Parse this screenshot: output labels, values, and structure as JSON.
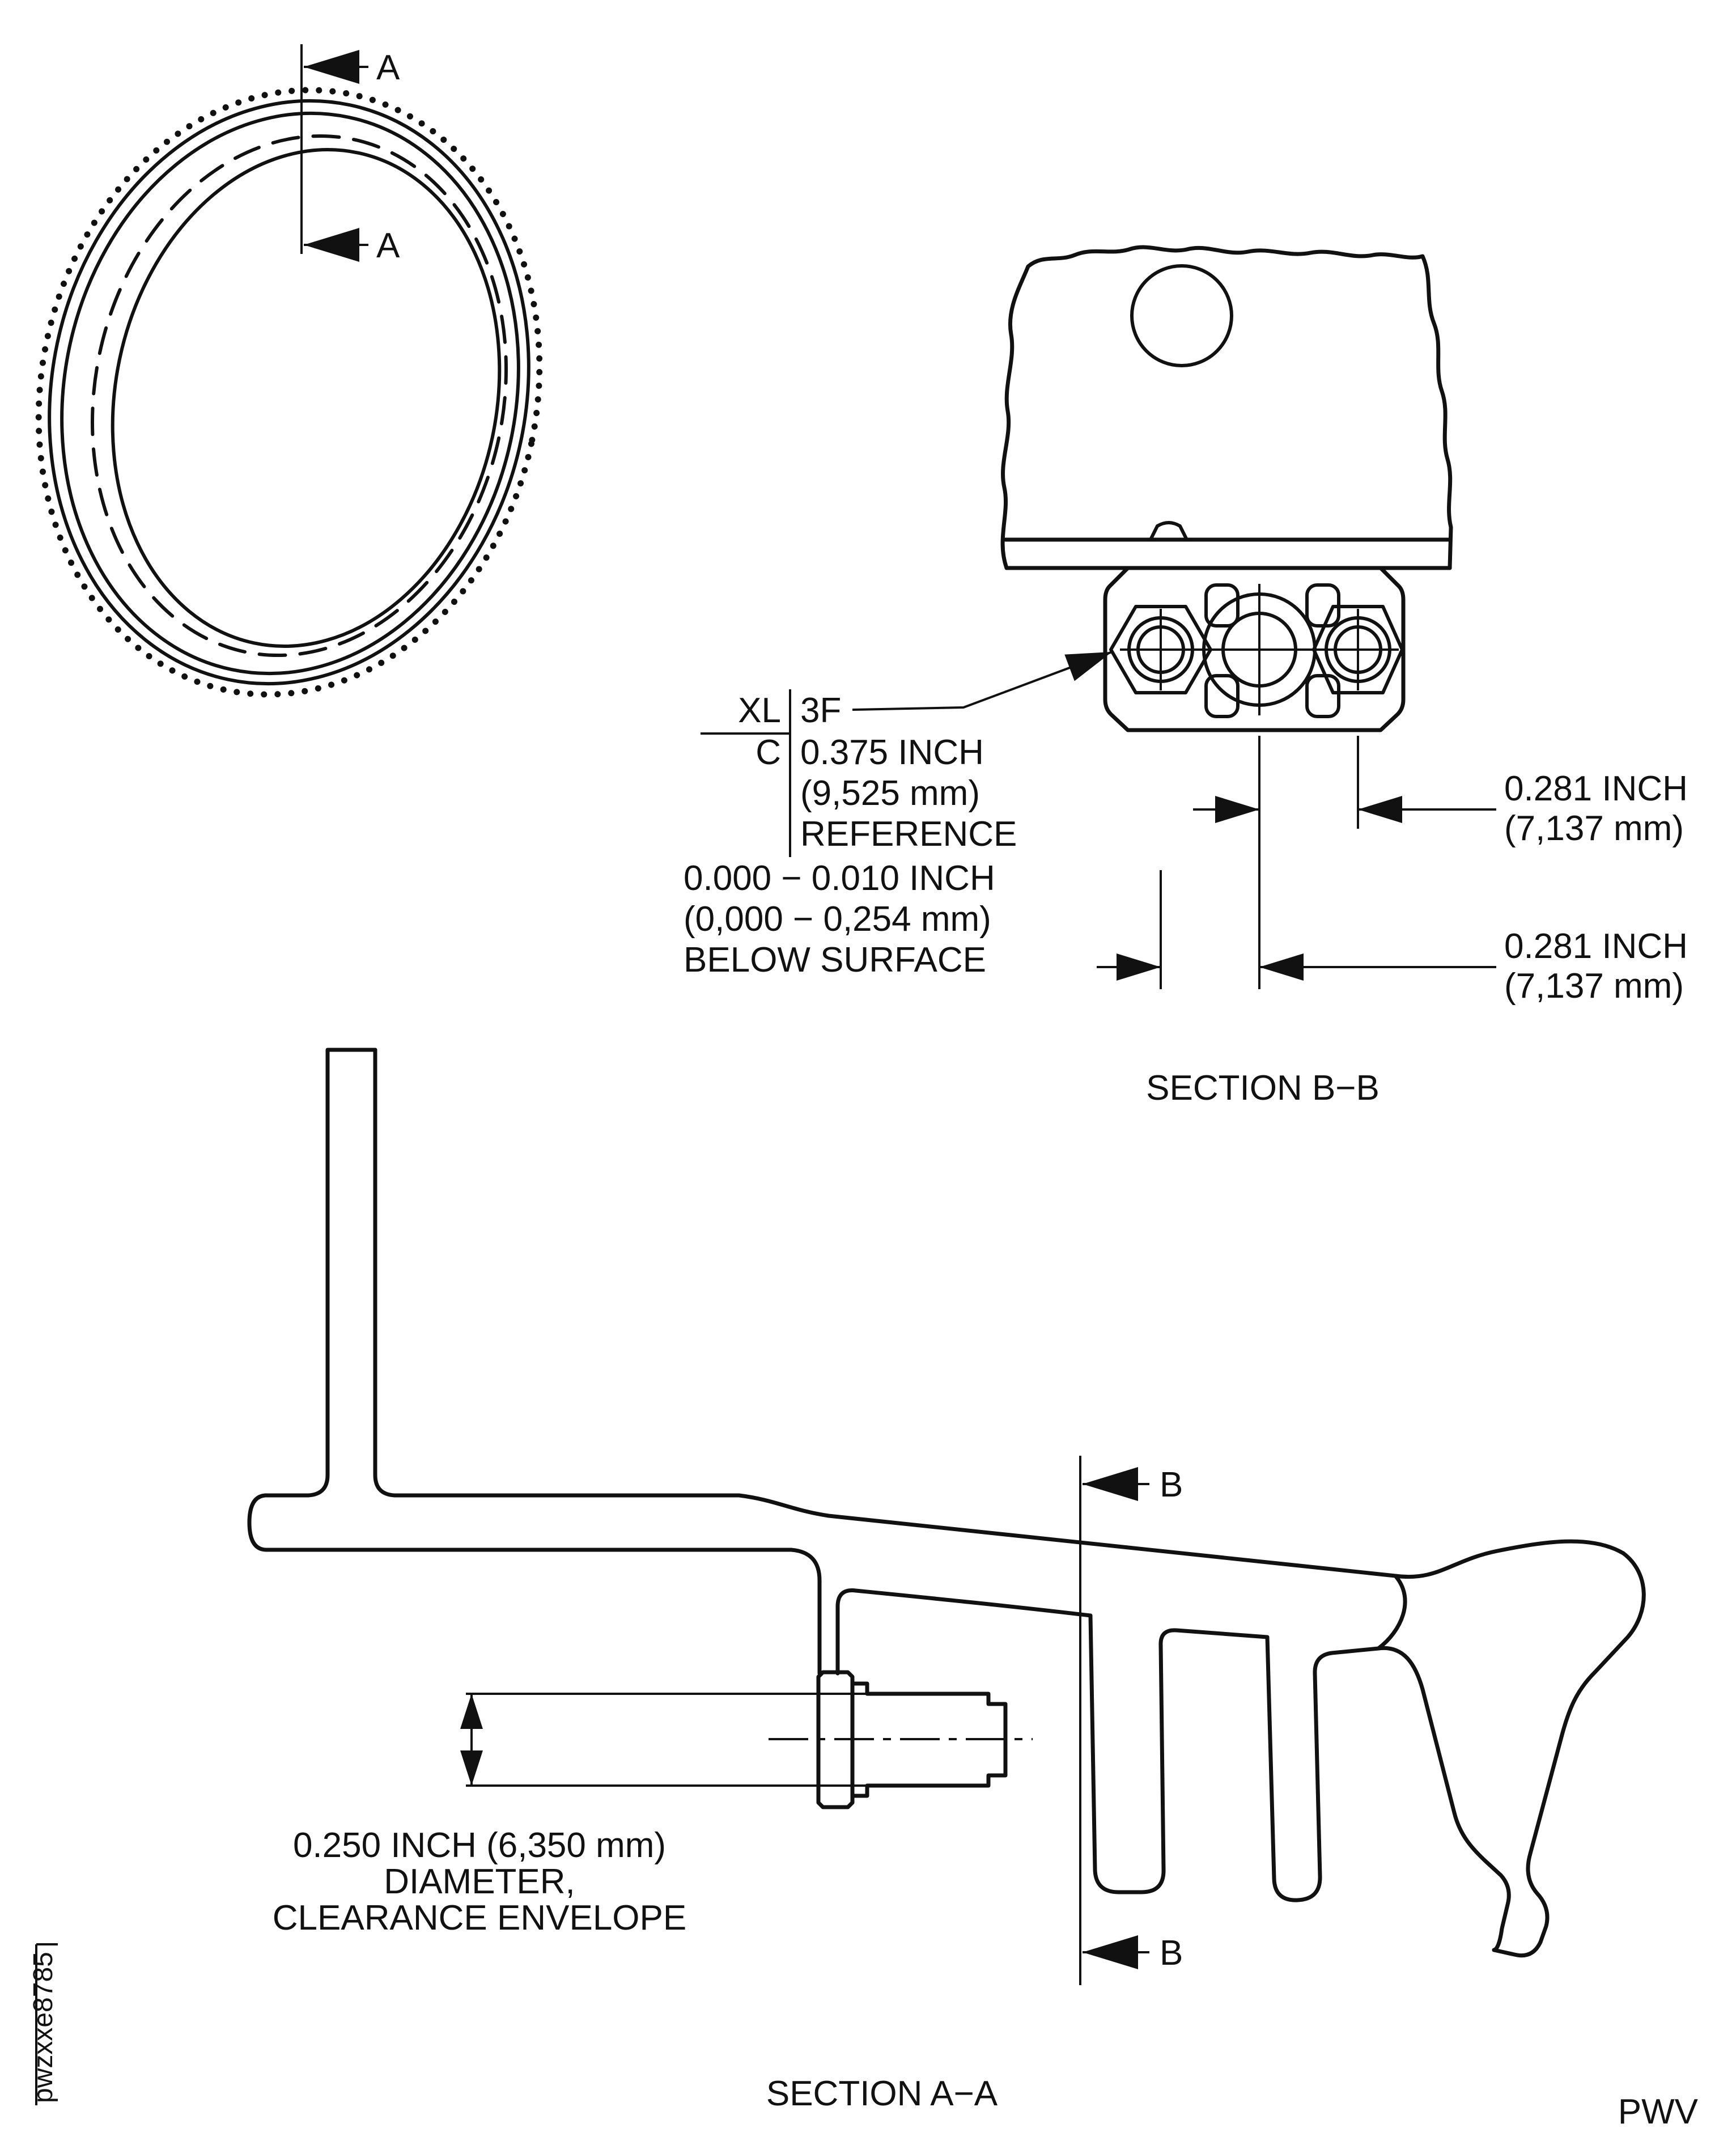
{
  "page": {
    "background": "#ffffff",
    "ink": "#111111"
  },
  "ring_view": {
    "section_marker": "A"
  },
  "section_bb": {
    "title": "SECTION B−B",
    "callout": {
      "row1_left": "XL",
      "row1_right": "3F",
      "row2_left": "C",
      "value_line1": "0.375 INCH",
      "value_line2": "(9,525 mm)",
      "value_line3": "REFERENCE",
      "note_line1": "0.000 − 0.010 INCH",
      "note_line2": "(0,000 − 0,254 mm)",
      "note_line3": "BELOW SURFACE"
    },
    "dim_upper": {
      "line1": "0.281 INCH",
      "line2": "(7,137 mm)"
    },
    "dim_lower": {
      "line1": "0.281 INCH",
      "line2": "(7,137 mm)"
    }
  },
  "section_aa": {
    "title": "SECTION A−A",
    "section_marker": "B",
    "dim_clearance": {
      "line1": "0.250 INCH (6,350 mm)",
      "line2": "DIAMETER,",
      "line3": "CLEARANCE ENVELOPE"
    }
  },
  "footer": {
    "drawing_id": "pwzxxe8785",
    "publisher_code": "PWV"
  }
}
